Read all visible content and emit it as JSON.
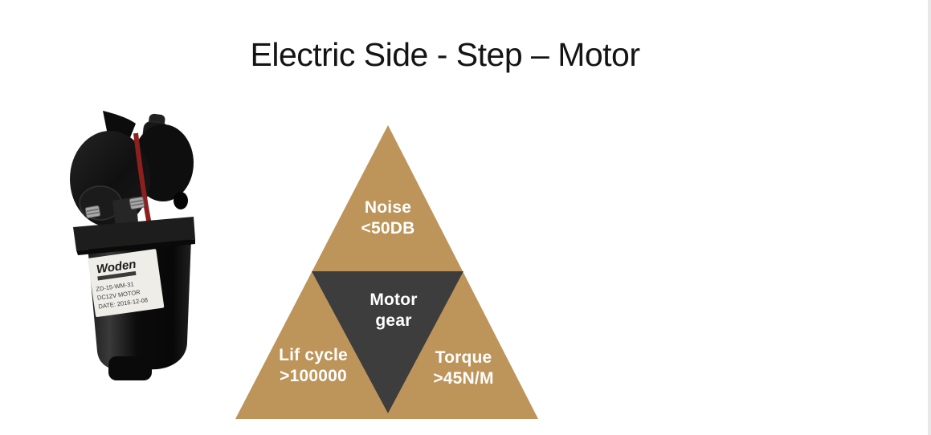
{
  "slide": {
    "title": "Electric Side - Step – Motor"
  },
  "motor_photo": {
    "description": "black DC geared step motor product photo",
    "label": {
      "brand": "Woden",
      "model": "ZD-15-WM-31",
      "spec": "DC12V MOTOR",
      "date": "DATE: 2016-12-08"
    }
  },
  "diagram": {
    "type": "pyramid",
    "colors": {
      "outer_triangle": "#BD9459",
      "inner_triangle": "#3D3D3D",
      "label_text": "#FFFFFF"
    },
    "labels": {
      "top": {
        "line1": "Noise",
        "line2": "<50DB"
      },
      "center": {
        "line1": "Motor",
        "line2": "gear"
      },
      "bottom_left": {
        "line1": "Lif cycle",
        "line2": ">100000"
      },
      "bottom_right": {
        "line1": "Torque",
        "line2": ">45N/M"
      }
    }
  }
}
